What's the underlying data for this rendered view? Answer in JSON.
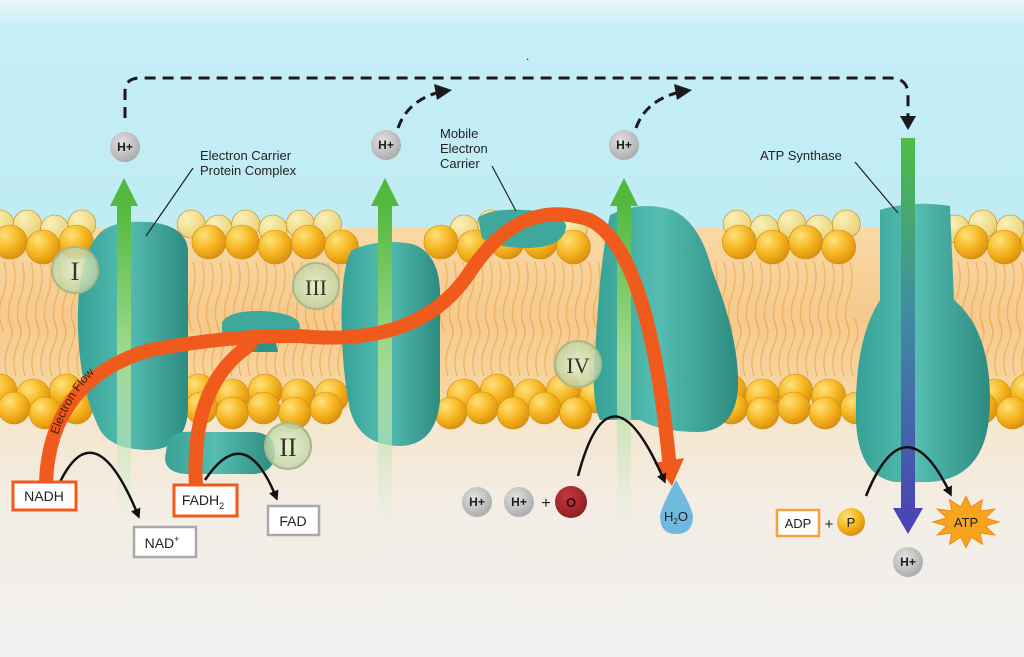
{
  "colors": {
    "sky_top": "#bfeef6",
    "sky_bottom": "#c9f0f6",
    "membrane_band": "#f7c98a",
    "head": "#f5b21c",
    "protein": "#3aa59a",
    "protein_dark": "#2b8a80",
    "electron_flow": "#f15a1d",
    "proton": "#c4c4c4",
    "oxygen": "#a8282e",
    "water": "#6fb9df",
    "atp_star": "#f7a51d",
    "phosphate": "#f5b21c",
    "arrow_green": "#5fc04a",
    "arrow_blue": "#4a52b4"
  },
  "labels": {
    "proton": "H+",
    "complex_carrier": [
      "Electron Carrier",
      "Protein Complex"
    ],
    "mobile_carrier": [
      "Mobile",
      "Electron",
      "Carrier"
    ],
    "atp_synthase": "ATP Synthase",
    "electron_flow": "Electron Flow",
    "complex_1": "I",
    "complex_2": "II",
    "complex_3": "III",
    "complex_4": "IV",
    "nadh": "NADH",
    "nad": "NAD",
    "nad_sup": "+",
    "fadh_main": "FADH",
    "fadh_sub": "2",
    "fad": "FAD",
    "plus": "+",
    "oxygen": "O",
    "water_h": "H",
    "water_sub": "2",
    "water_o": "O",
    "adp": "ADP",
    "phosphate": "P",
    "atp": "ATP",
    "stray_mark": "."
  }
}
